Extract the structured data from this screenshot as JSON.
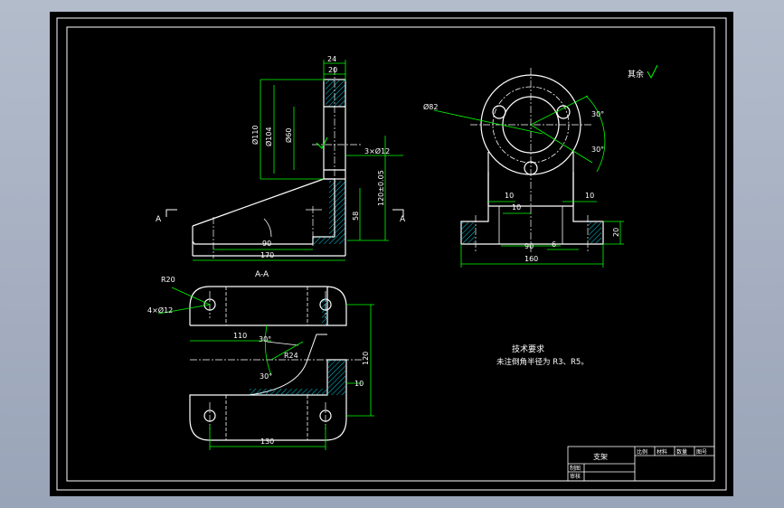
{
  "drawing": {
    "finish_note": "其余",
    "tech_req_title": "技术要求",
    "tech_req_text": "未注倒角半径为 R3、R5。",
    "section_label": "A-A",
    "view_marker": "A",
    "front": {
      "dims": {
        "d24": "24",
        "d20": "20",
        "d110": "Ø110",
        "d104": "Ø104",
        "d60": "Ø60",
        "holes": "3×Ø12",
        "d58": "58",
        "d120": "120±0.05",
        "d90": "90",
        "d170": "170"
      }
    },
    "side": {
      "dims": {
        "d82": "Ø82",
        "a30a": "30°",
        "a30b": "30°",
        "d10a": "10",
        "d10b": "10",
        "d10c": "10",
        "d90": "90",
        "d6": "6",
        "d20": "20",
        "d160": "160"
      }
    },
    "plan": {
      "dims": {
        "r20": "R20",
        "holes": "4×Ø12",
        "d110": "110",
        "a30a": "30°",
        "a30b": "30°",
        "r24": "R24",
        "d120": "120",
        "d10": "10",
        "d130": "130"
      }
    }
  },
  "title_block": {
    "part_name": "支架",
    "cells": [
      "比例",
      "材料",
      "数量",
      "图号"
    ],
    "designer": "制图",
    "checker": "审核"
  },
  "colors": {
    "sheet_bg": "#000000",
    "outline": "#ffffff",
    "dimension": "#00ff00",
    "centerline": "#ffffff",
    "hatch": "#00e5ff",
    "leader": "#00ff00"
  }
}
